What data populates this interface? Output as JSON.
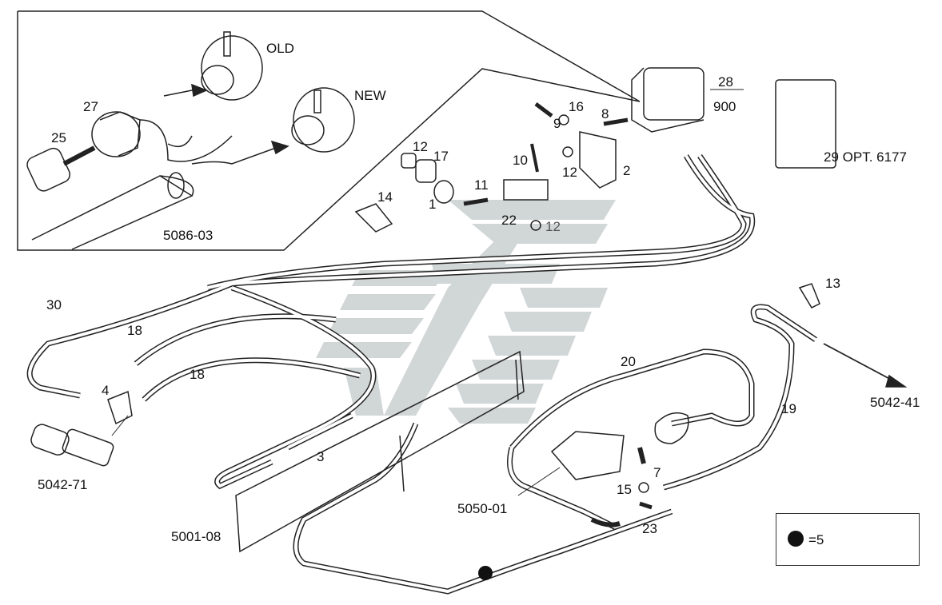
{
  "labels": {
    "old": "OLD",
    "new": "NEW",
    "p27": "27",
    "p25": "25",
    "ref_5086_03": "5086-03",
    "p28": "28",
    "p900": "900",
    "p29": "29 OPT. 6177",
    "p16": "16",
    "p9": "9",
    "p8": "8",
    "p12a": "12",
    "p17": "17",
    "p10": "10",
    "p12b": "12",
    "p2": "2",
    "p11": "11",
    "p14": "14",
    "p1": "1",
    "p22": "22",
    "p12c": "12",
    "p30": "30",
    "p18a": "18",
    "p18b": "18",
    "p4": "4",
    "ref_5042_71": "5042-71",
    "p3": "3",
    "ref_5001_08": "5001-08",
    "p20": "20",
    "p13": "13",
    "p19": "19",
    "ref_5042_41": "5042-41",
    "p7": "7",
    "p15": "15",
    "p23": "23",
    "ref_5050_01": "5050-01"
  },
  "legend": {
    "text": "=5"
  }
}
